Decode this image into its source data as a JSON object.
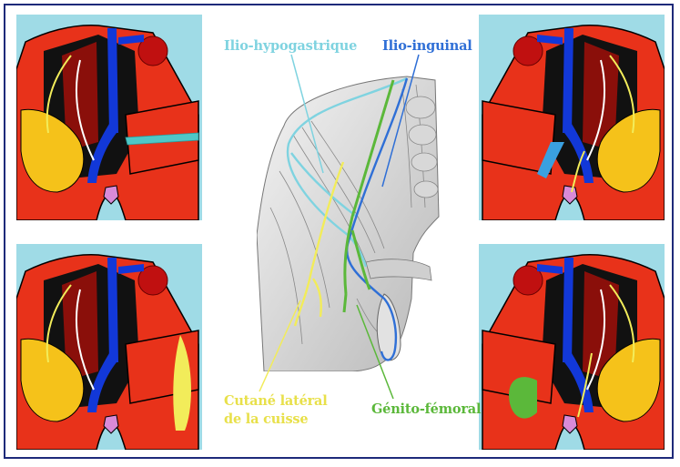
{
  "labels": {
    "ilio_hypogastrique": "Ilio-hypogastrique",
    "ilio_inguinal": "Ilio-inguinal",
    "cutane_lateral_line1": "Cutané latéral",
    "cutane_lateral_line2": "de la cuisse",
    "genito_femoral": "Génito-fémoral"
  },
  "colors": {
    "frame": "#1e2a7a",
    "ilio_hypogastrique": "#7fd3e0",
    "ilio_inguinal": "#2f6fd6",
    "cutane_lateral": "#f2ec5a",
    "genito_femoral": "#5bb83a",
    "panel_bg": "#9fdbe6",
    "tissue_red": "#e8321a",
    "tissue_dark": "#8a0f0a",
    "vessel_blue": "#1238d8",
    "kidney": "#c01010",
    "muscle_yellow": "#f5c21a",
    "muscle_orange": "#f19a17",
    "body_black": "#111111"
  },
  "panels": [
    {
      "id": "top-left",
      "highlight": "ilio-hypogastrique"
    },
    {
      "id": "top-right",
      "highlight": "ilio-inguinal"
    },
    {
      "id": "bottom-left",
      "highlight": "cutane-lateral"
    },
    {
      "id": "bottom-right",
      "highlight": "genito-femoral"
    }
  ]
}
